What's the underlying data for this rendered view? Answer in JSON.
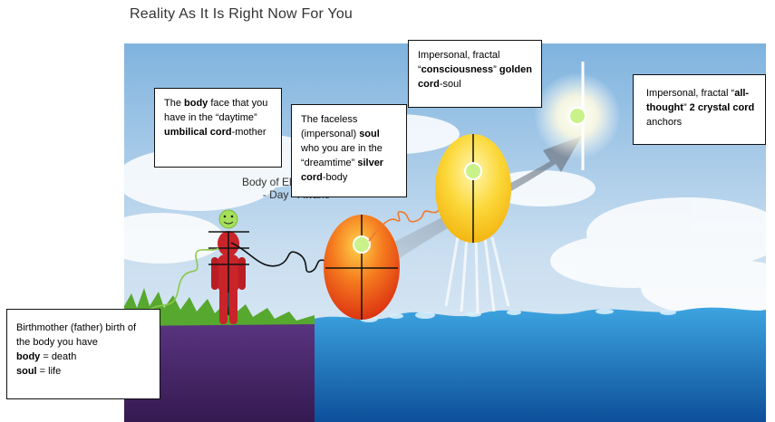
{
  "title": "Reality As It Is Right Now For You",
  "earth_label": {
    "line1": "Body of Electron Earth",
    "line2": "- Day - Awake"
  },
  "boxes": {
    "body": {
      "t1": "The ",
      "b1": "body",
      "t2": " face that you have in the “daytime” ",
      "b2": "umbilical cord",
      "t3": "-mother"
    },
    "soul": {
      "t1": "The faceless (impersonal) ",
      "b1": "soul",
      "t2": " who you are in the “dreamtime” ",
      "b2": "silver cord",
      "t3": "-body"
    },
    "consciousness": {
      "t1": "Impersonal, fractal “",
      "b1": "consciousness",
      "t2": "” ",
      "b2": "golden cord",
      "t3": "-soul"
    },
    "allthought": {
      "t1": "Impersonal, fractal “",
      "b1": "all-thought",
      "t2": "” ",
      "b2": "2 crystal cord",
      "t3": " anchors"
    },
    "birth": {
      "line1": "Birthmother (father) birth of the body you have",
      "b1": "body",
      "t1": " = death",
      "b2": "soul",
      "t2": " = life"
    }
  },
  "colors": {
    "sky_top": "#6fa8d8",
    "sky_bottom": "#dceaf6",
    "water": "#1f7fc4",
    "soil": "#4a2a6e",
    "grass": "#5aa832",
    "body_red": "#c8242a",
    "face_green": "#a5e05a",
    "red_egg": "#f04818",
    "yellow_egg": "#f5c818"
  }
}
